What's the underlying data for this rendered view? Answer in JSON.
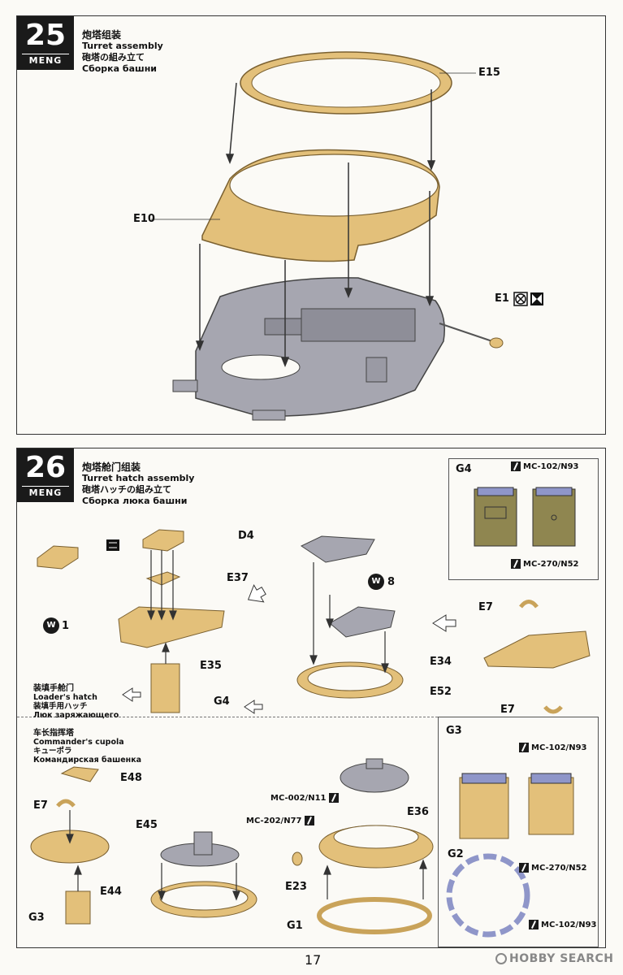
{
  "step25": {
    "number": "25",
    "brand": "MENG",
    "title_cn": "炮塔组装",
    "title_en": "Turret assembly",
    "title_jp": "砲塔の組み立て",
    "title_ru": "Сборка башни",
    "labels": {
      "e15": "E15",
      "e10": "E10",
      "e1": "E1"
    }
  },
  "step26": {
    "number": "26",
    "brand": "MENG",
    "title_cn": "炮塔舱门组装",
    "title_en": "Turret hatch assembly",
    "title_jp": "砲塔ハッチの組み立て",
    "title_ru": "Сборка люка башни",
    "loader": {
      "cn": "装填手舱门",
      "en": "Loader's hatch",
      "jp": "装填手用ハッチ",
      "ru": "Люк заряжающего"
    },
    "commander": {
      "cn": "车长指挥塔",
      "en": "Commander's cupola",
      "jp": "キューポラ",
      "ru": "Командирская башенка"
    },
    "labels": {
      "d4": "D4",
      "e37": "E37",
      "e35": "E35",
      "g4": "G4",
      "w1": "1",
      "w8": "8",
      "e7a": "E7",
      "e34": "E34",
      "e7b": "E7",
      "e52": "E52",
      "e48": "E48",
      "e7c": "E7",
      "e45": "E45",
      "g3": "G3",
      "e44": "E44",
      "e23": "E23",
      "g1": "G1",
      "e36": "E36",
      "g4box": "G4",
      "g3box": "G3",
      "g2box": "G2"
    },
    "paints": {
      "mc102a": "MC-102/N93",
      "mc270a": "MC-270/N52",
      "mc002": "MC-002/N11",
      "mc202": "MC-202/N77",
      "mc102b": "MC-102/N93",
      "mc270b": "MC-270/N52",
      "mc102c": "MC-102/N93"
    }
  },
  "footer": {
    "page": "17",
    "watermark": "HOBBY SEARCH"
  },
  "colors": {
    "tan": "#e3c07a",
    "tan_dark": "#c9a35a",
    "gray": "#a6a6b0",
    "olive": "#8f8650",
    "blue": "#8f96c9"
  }
}
